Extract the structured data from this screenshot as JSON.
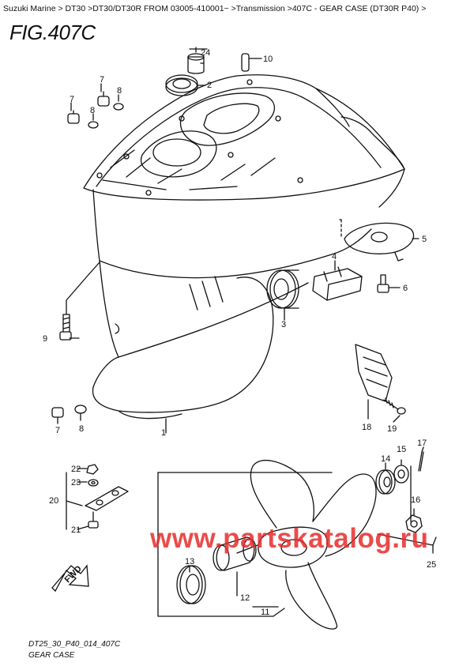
{
  "breadcrumb": "Suzuki Marine > DT30 >DT30/DT30R FROM 03005-410001~ >Transmission >407C - GEAR CASE (DT30R P40) >",
  "figure": {
    "title": "FIG.407C",
    "code": "DT25_30_P40_014_407C",
    "caption": "GEAR CASE"
  },
  "watermark": "www.partskatalog.ru",
  "fwd_label": "FWD",
  "callouts": {
    "c1": "1",
    "c2": "2",
    "c3": "3",
    "c4": "4",
    "c5": "5",
    "c6": "6",
    "c7a": "7",
    "c7b": "7",
    "c7c": "7",
    "c8a": "8",
    "c8b": "8",
    "c8c": "8",
    "c9": "9",
    "c10": "10",
    "c11": "11",
    "c12": "12",
    "c13": "13",
    "c14": "14",
    "c15": "15",
    "c16": "16",
    "c17": "17",
    "c18": "18",
    "c19": "19",
    "c20": "20",
    "c21": "21",
    "c22": "22",
    "c23": "23",
    "c24": "24",
    "c25": "25"
  },
  "colors": {
    "line": "#111111",
    "watermark": "#e82c2c"
  }
}
